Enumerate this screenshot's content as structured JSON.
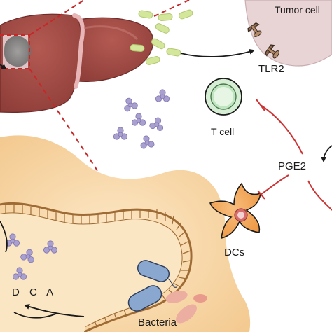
{
  "labels": {
    "tumor_cell": "Tumor cell",
    "tlr2": "TLR2",
    "t_cell": "T cell",
    "pge2": "PGE2",
    "dcs": "DCs",
    "dca": "D C A",
    "bacteria": "Bacteria"
  },
  "colors": {
    "liver": "#9c4540",
    "liver_highlight": "#c07068",
    "tumor_region": "#e6d2d4",
    "intestine": "#f6cf9a",
    "intestine_lumen": "#fbe6c4",
    "villi_border": "#9e6b35",
    "dca_molecule": "#aaa0cf",
    "bile_rod": "#d4e69a",
    "t_cell": "#bfe4c0",
    "dendritic_cell": "#f3a55c",
    "inhibition": "#cc3333",
    "dashed_line": "#c62828",
    "bacteria_blue": "#8aa7cf",
    "bacteria_pink": "#ecaea0"
  }
}
